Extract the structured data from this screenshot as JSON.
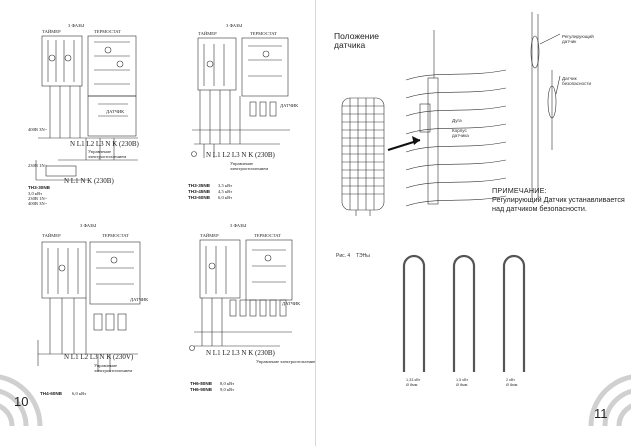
{
  "left_page": {
    "page_number": "10",
    "diagram1": {
      "header": "3 ФАЗЫ",
      "timer": "ТАЙМЕР",
      "thermostat": "ТЕРМОСТАТ",
      "sensor": "ДАТЧИК",
      "voltage1": "400В 3N~",
      "terminals": "N L1 L2 L3 N K (230В)",
      "control": "Управление электроотоплением",
      "voltage2": "230В 1N~",
      "terminals2": "N L1 N K (230В)",
      "model": "TH3-30NB",
      "spec1": "3,0 кВт",
      "spec2": "230В 1N~",
      "spec3": "400В 3N~"
    },
    "diagram2": {
      "header": "3 ФАЗЫ",
      "timer": "ТАЙМЕР",
      "thermostat": "ТЕРМОСТАТ",
      "sensor": "ДАТЧИК",
      "terminals": "N L1 L2 L3 N K (230В)",
      "control": "Управление электроотоплением",
      "models": [
        "TH3-35NB",
        "TH3-45NB",
        "TH3-60NB"
      ],
      "powers": [
        "3,5 кВт",
        "4,5 кВт",
        "6,0 кВт"
      ]
    },
    "diagram3": {
      "header": "3 ФАЗЫ",
      "timer": "ТАЙМЕР",
      "thermostat": "ТЕРМОСТАТ",
      "sensor": "ДАТЧИК",
      "terminals": "N L1 L2 L3 N K (230V)",
      "control": "Управление электроотоплением",
      "model": "TH4-60NB",
      "power": "6,0 кВт"
    },
    "diagram4": {
      "header": "3 ФАЗЫ",
      "timer": "ТАЙМЕР",
      "thermostat": "ТЕРМОСТАТ",
      "sensor": "ДАТЧИК",
      "terminals": "N L1 L2 L3 N K (230В)",
      "control": "Управление электроотоплением",
      "models": [
        "TH6-80NB",
        "TH6-90NB"
      ],
      "powers": [
        "8,0 кВт",
        "9,0 кВт"
      ]
    }
  },
  "right_page": {
    "page_number": "11",
    "title": "Положение датчика",
    "labels": {
      "arc": "Дуга",
      "sensor_housing": "Корпус датчика",
      "regulating_sensor": "Регулирующий датчик",
      "safety_sensor": "Датчик безопасности"
    },
    "note_heading": "ПРИМЕЧАНИЕ:",
    "note_text": "Регулирующий Датчик устанавливается над датчиком безопасности.",
    "fig_caption": "Рис. 4",
    "fig_title": "ТЭНы",
    "elements": [
      {
        "power": "1,33 кВт",
        "spec": "Ø 8мм"
      },
      {
        "power": "1,5 кВт",
        "spec": "Ø 8мм"
      },
      {
        "power": "2 кВт",
        "spec": "Ø 8мм"
      }
    ]
  }
}
